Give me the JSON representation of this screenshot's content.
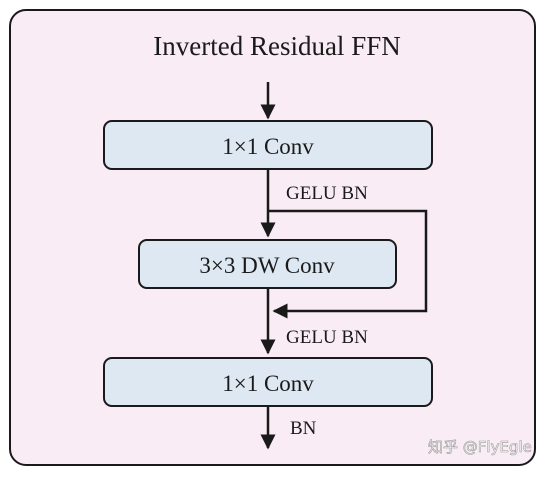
{
  "title": "Inverted Residual FFN",
  "nodes": {
    "conv1": "1×1 Conv",
    "dwconv": "3×3 DW Conv",
    "conv2": "1×1 Conv"
  },
  "edge_labels": {
    "after_conv1": "GELU BN",
    "after_residual": "GELU BN",
    "output": "BN"
  },
  "watermark": "知乎 @FlyEgle",
  "colors": {
    "panel_fill": "#f9ecf4",
    "box_fill": "#dde8f2",
    "stroke": "#1a1a1a"
  }
}
